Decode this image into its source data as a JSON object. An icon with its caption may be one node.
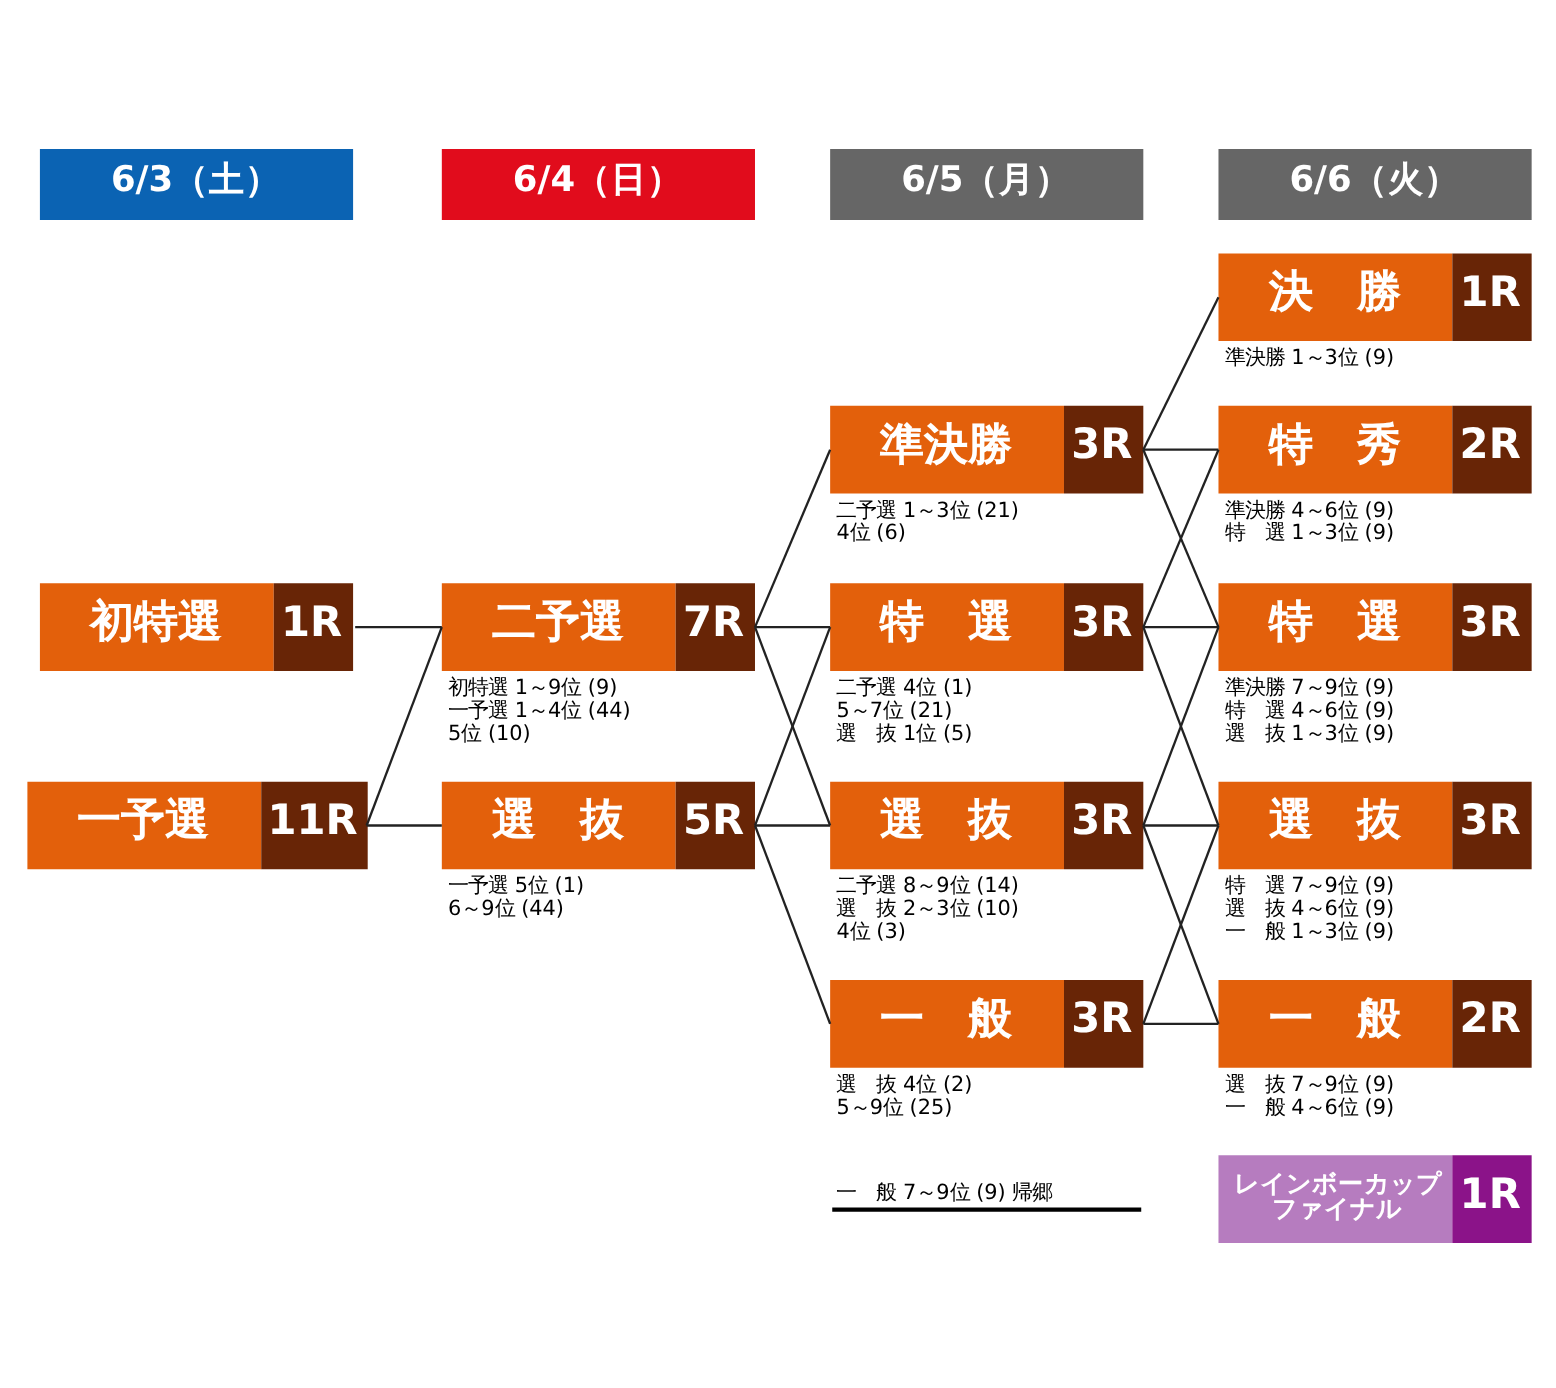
{
  "diagram": {
    "nodes": [
      {
        "text": [
          "6/3（土）"
        ]
      },
      {
        "text": [
          "6/4（日）"
        ]
      },
      {
        "text": [
          "6/5（月）"
        ]
      },
      {
        "text": [
          "6/6（火）"
        ]
      },
      {
        "text": [
          "初特選",
          "1R"
        ]
      },
      {
        "text": [
          "一予選",
          "11R"
        ]
      },
      {
        "text": [
          "二予選",
          "7R"
        ],
        "beside": [
          "初特選 1～9位 (9)",
          "一予選 1～4位 (44)",
          "5位 (10)"
        ]
      },
      {
        "text": [
          "選　抜",
          "5R"
        ],
        "beside": [
          "一予選 5位 (1)",
          "6～9位 (44)"
        ]
      },
      {
        "text": [
          "準決勝",
          "3R"
        ],
        "beside": [
          "二予選 1～3位 (21)",
          "4位 (6)"
        ]
      },
      {
        "text": [
          "特　選",
          "3R"
        ],
        "beside": [
          "二予選 4位 (1)",
          "5～7位 (21)",
          "選　抜 1位 (5)"
        ]
      },
      {
        "text": [
          "選　抜",
          "3R"
        ],
        "beside": [
          "二予選 8～9位 (14)",
          "選　抜 2～3位 (10)",
          "4位 (3)"
        ]
      },
      {
        "text": [
          "一　般",
          "3R"
        ],
        "beside": [
          "選　抜 4位 (2)",
          "5～9位 (25)"
        ]
      },
      {
        "text": [
          "決　勝",
          "1R"
        ],
        "beside": [
          "準決勝 1～3位 (9)"
        ]
      },
      {
        "text": [
          "特　秀",
          "2R"
        ],
        "beside": [
          "準決勝 4～6位 (9)",
          "特　選 1～3位 (9)"
        ]
      },
      {
        "text": [
          "特　選",
          "3R"
        ],
        "beside": [
          "準決勝 7～9位 (9)",
          "特　選 4～6位 (9)",
          "選　抜 1～3位 (9)"
        ]
      },
      {
        "text": [
          "選　抜",
          "3R"
        ],
        "beside": [
          "特　選 7～9位 (9)",
          "選　抜 4～6位 (9)",
          "一　般 1～3位 (9)"
        ]
      },
      {
        "text": [
          "一　般",
          "2R"
        ],
        "beside": [
          "選　抜 7～9位 (9)",
          "一　般 4～6位 (9)"
        ]
      },
      {
        "text": [
          "レインボーカップファイナル",
          "1R"
        ]
      }
    ],
    "edges": [
      {
        "from": 4,
        "to": 6,
        "arrow": "none"
      },
      {
        "from": 5,
        "to": 6,
        "arrow": "none"
      },
      {
        "from": 5,
        "to": 7,
        "arrow": "none"
      },
      {
        "from": 6,
        "to": 8,
        "arrow": "none"
      },
      {
        "from": 6,
        "to": 9,
        "arrow": "none"
      },
      {
        "from": 6,
        "to": 10,
        "arrow": "none"
      },
      {
        "from": 7,
        "to": 9,
        "arrow": "none"
      },
      {
        "from": 7,
        "to": 10,
        "arrow": "none"
      },
      {
        "from": 7,
        "to": 11,
        "arrow": "none"
      },
      {
        "from": 8,
        "to": 12,
        "arrow": "none"
      },
      {
        "from": 8,
        "to": 13,
        "arrow": "none"
      },
      {
        "from": 8,
        "to": 14,
        "arrow": "none"
      },
      {
        "from": 9,
        "to": 13,
        "arrow": "none"
      },
      {
        "from": 9,
        "to": 14,
        "arrow": "none"
      },
      {
        "from": 9,
        "to": 15,
        "arrow": "none"
      },
      {
        "from": 10,
        "to": 14,
        "arrow": "none"
      },
      {
        "from": 10,
        "to": 15,
        "arrow": "none"
      },
      {
        "from": 10,
        "to": 16,
        "arrow": "none"
      },
      {
        "from": 11,
        "to": 15,
        "arrow": "none"
      },
      {
        "from": 11,
        "to": 16,
        "arrow": "none"
      }
    ],
    "labels": [
      "一　般 7～9位 (9) 帰郷"
    ]
  }
}
